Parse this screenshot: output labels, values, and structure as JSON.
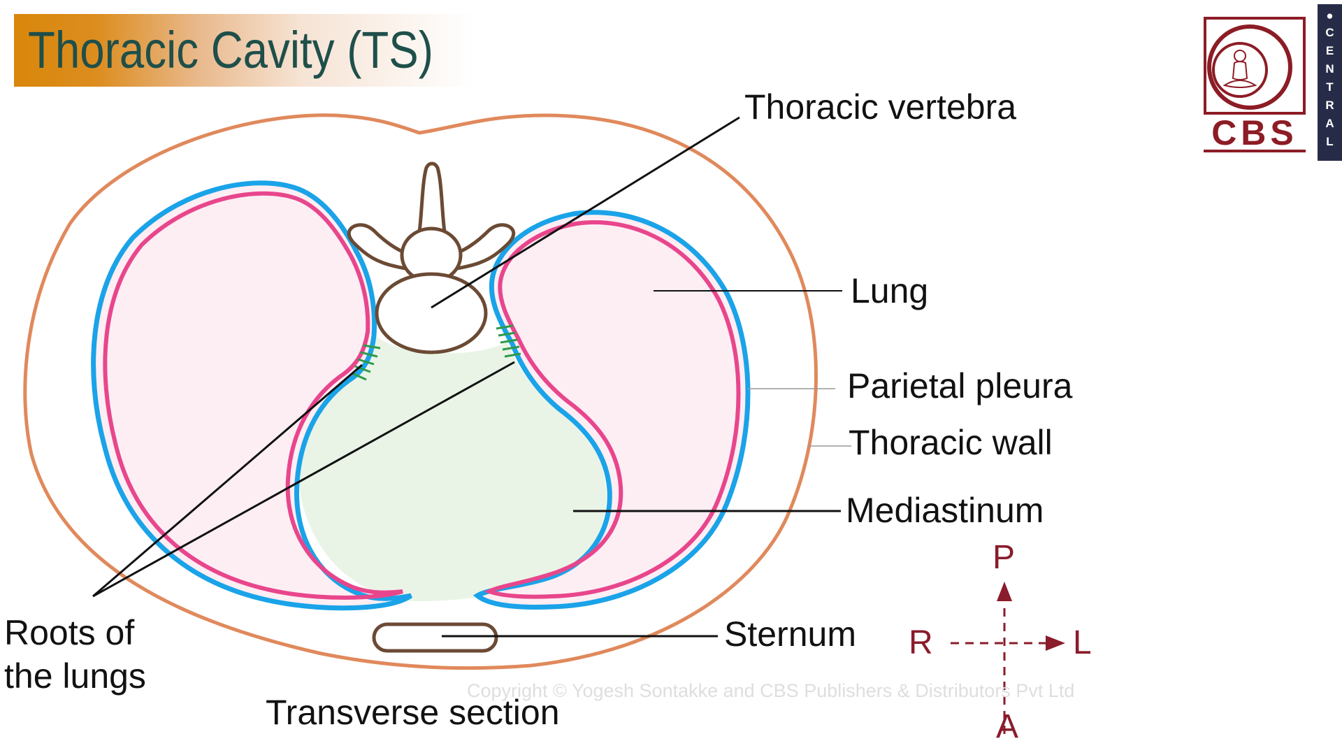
{
  "title": "Thoracic Cavity (TS)",
  "labels": {
    "thoracic_vertebra": "Thoracic vertebra",
    "lung": "Lung",
    "parietal_pleura": "Parietal pleura",
    "thoracic_wall": "Thoracic wall",
    "mediastinum": "Mediastinum",
    "sternum": "Sternum",
    "roots_line1": "Roots of",
    "roots_line2": "the lungs",
    "section": "Transverse section"
  },
  "compass": {
    "posterior": "P",
    "right": "R",
    "left": "L",
    "anterior": "A"
  },
  "copyright": "Copyright © Yogesh Sontakke and CBS Publishers & Distributors Pvt Ltd",
  "logo": {
    "text": "CBS",
    "strip_letters": [
      "C",
      "E",
      "N",
      "T",
      "R",
      "A",
      "L"
    ]
  },
  "colors": {
    "thoracic_wall": "#e0895c",
    "parietal_pleura": "#1aa3e8",
    "visceral_pleura": "#e8468c",
    "lung_fill": "#fdeef4",
    "mediastinum_fill": "#e9f4e6",
    "bone": "#6b4a34",
    "hilum": "#2e9a4a",
    "compass": "#8a1c2b",
    "title_text": "#1f4f4a",
    "logo": "#8c1c25"
  }
}
